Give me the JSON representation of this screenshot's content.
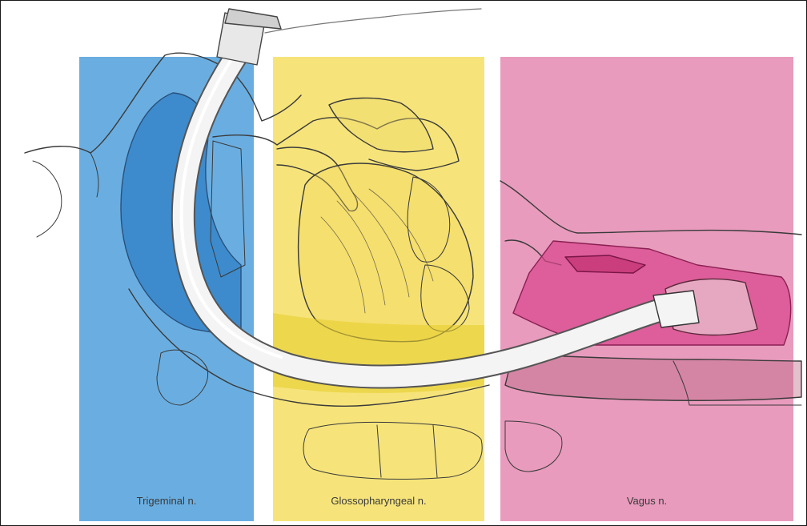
{
  "panels": [
    {
      "label": "Trigeminal n.",
      "color": "#6aaee1"
    },
    {
      "label": "Glossopharyngeal n.",
      "color": "#f6e47a"
    },
    {
      "label": "Vagus n.",
      "color": "#e89bbd"
    }
  ],
  "colors": {
    "line_art": "#3a3a3a",
    "tube": "#f4f4f4",
    "highlight_blue": "#2f7fc4",
    "highlight_yellow": "#e8cf2e",
    "highlight_pink": "#d8458b"
  }
}
